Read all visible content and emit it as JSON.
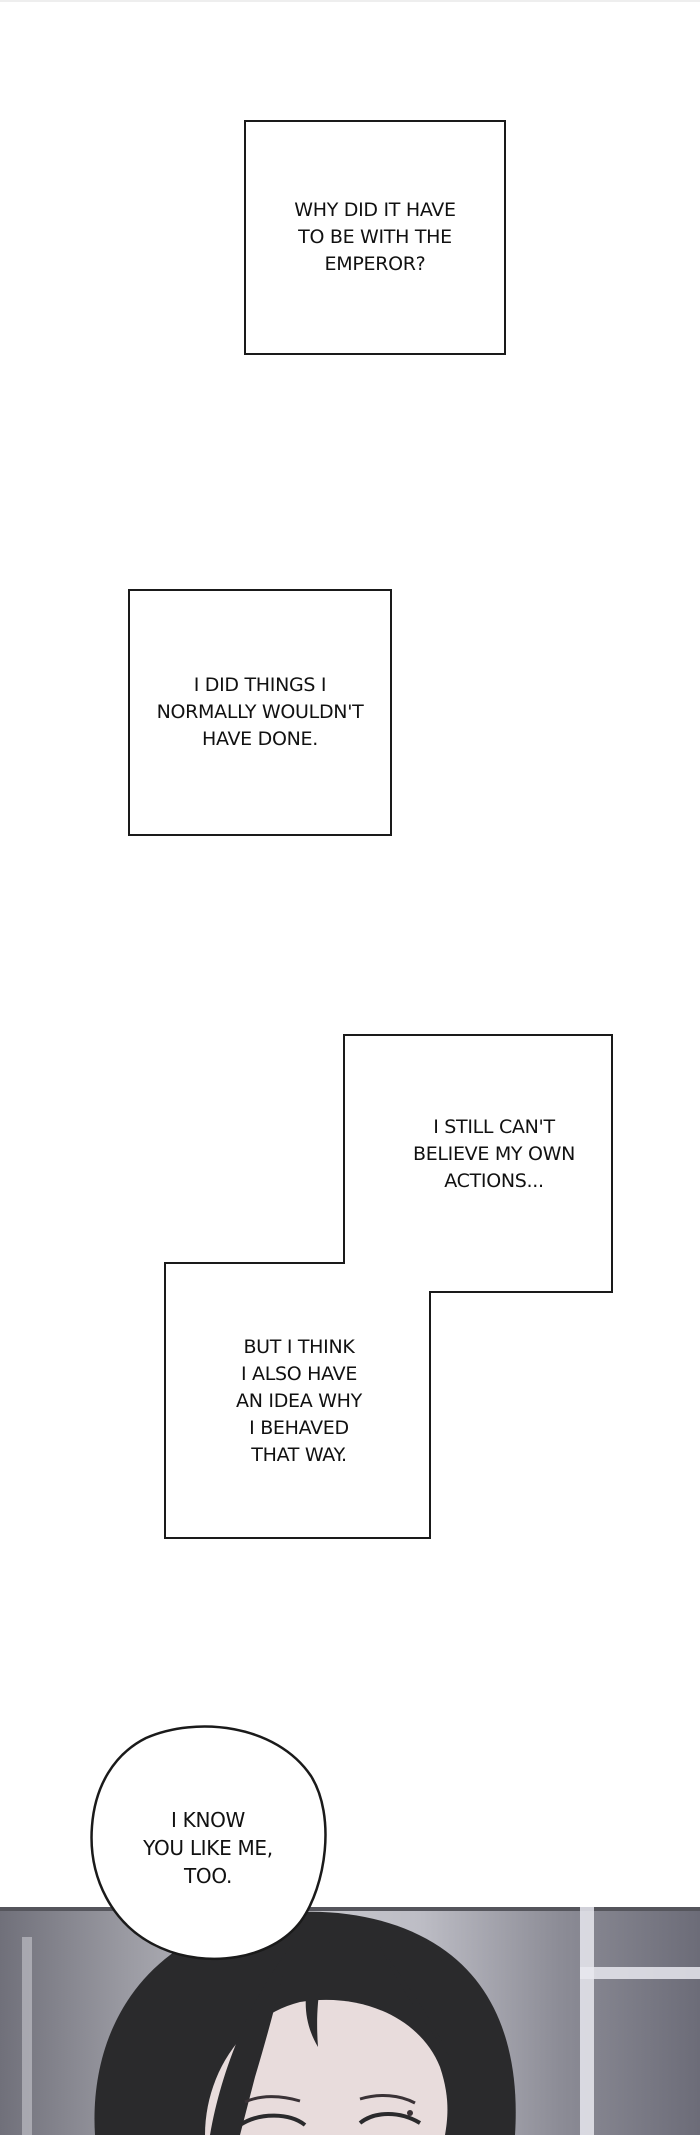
{
  "captions": {
    "box1": "WHY DID IT HAVE\nTO BE WITH THE\nEMPEROR?",
    "box2": "I DID THINGS I\nNORMALLY WOULDN'T\nHAVE DONE.",
    "step_upper": "I STILL CAN'T\nBELIEVE MY OWN\nACTIONS...",
    "step_lower": "BUT I THINK\nI ALSO HAVE\nAN IDEA WHY\nI BEHAVED\nTHAT WAY."
  },
  "speech_bubble": {
    "text": "I KNOW\nYOU LIKE ME,\nTOO."
  },
  "colors": {
    "border": "#1a1a1a",
    "text": "#111111",
    "hair": "#2a2a2c",
    "skin": "#e8dcdc"
  }
}
